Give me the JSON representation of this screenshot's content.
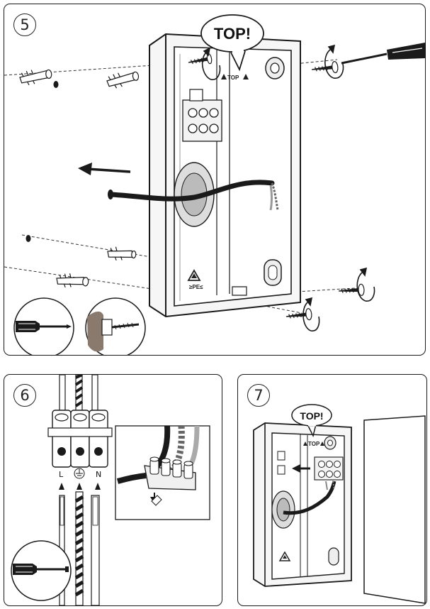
{
  "steps": [
    {
      "number": "5",
      "callout": "TOP!",
      "embossed_mark": "TOP"
    },
    {
      "number": "6",
      "terminal_labels": [
        "L",
        "N"
      ],
      "earth_symbol": "⏚"
    },
    {
      "number": "7",
      "callout": "TOP!",
      "embossed_mark": "TOP"
    }
  ],
  "icons": {
    "recycle": "recycle-icon",
    "screwdriver": "screwdriver-icon",
    "arrow": "arrow-icon",
    "rotation": "rotation-arrow-icon"
  }
}
